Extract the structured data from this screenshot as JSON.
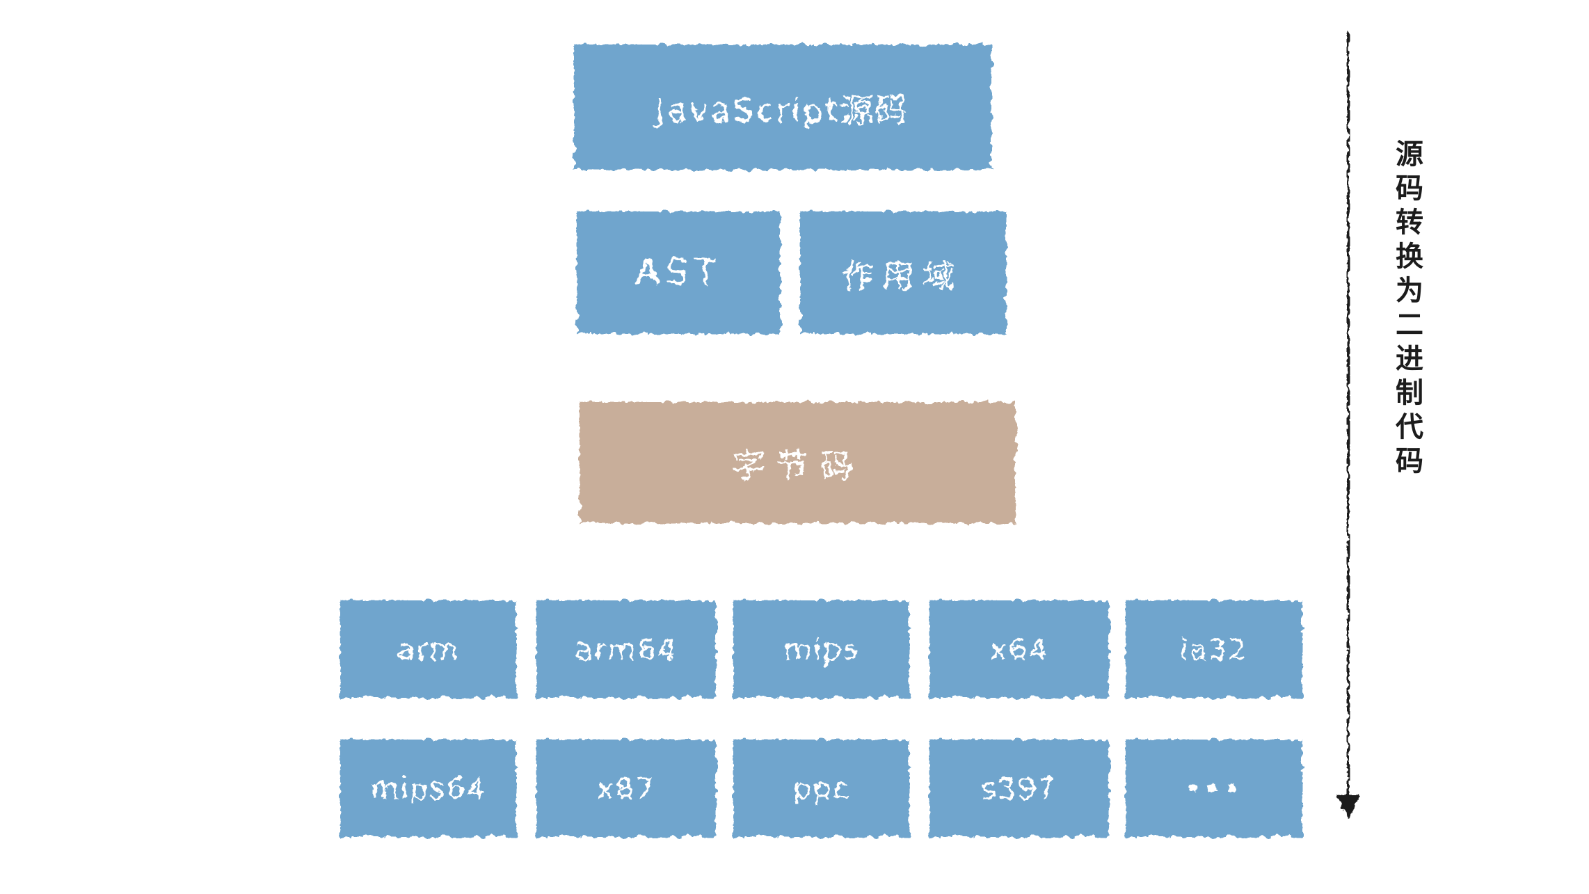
{
  "diagram": {
    "title_box": {
      "label": "JavaScript源码"
    },
    "parse_row": {
      "ast": {
        "label": "AST"
      },
      "scope": {
        "label": "作用域"
      }
    },
    "bytecode_box": {
      "label": "字节码"
    },
    "arch_rows": [
      [
        "arm",
        "arm64",
        "mips",
        "x64",
        "ia32"
      ],
      [
        "mips64",
        "x87",
        "ppc",
        "s397",
        "···"
      ]
    ],
    "side_note": {
      "text": "源码转换为二进制代码"
    },
    "colors": {
      "box_blue": "#6fa5cd",
      "box_tan": "#c8ae9a",
      "ink": "#1c1c1c",
      "label_text": "#ffffff"
    }
  }
}
